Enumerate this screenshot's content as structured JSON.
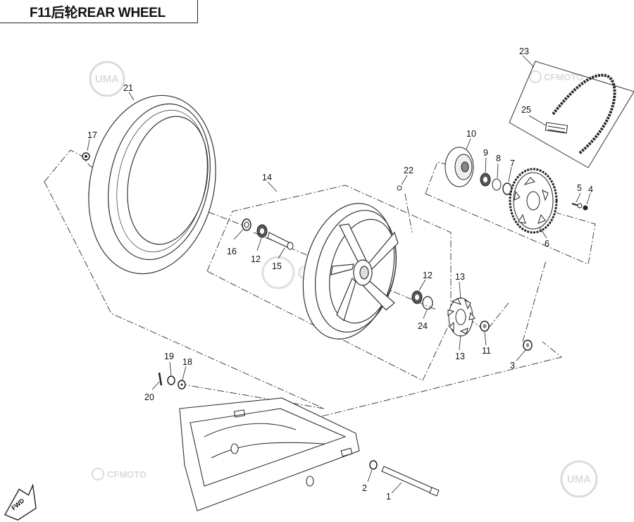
{
  "title": "F11后轮REAR WHEEL",
  "watermarks": {
    "brand": "CFMOTO",
    "logo": "UMA"
  },
  "fwd_label": "FWD",
  "callouts": {
    "c1": "1",
    "c2": "2",
    "c3": "3",
    "c4": "4",
    "c5": "5",
    "c6": "6",
    "c7": "7",
    "c8": "8",
    "c9": "9",
    "c10": "10",
    "c11": "11",
    "c12a": "12",
    "c12b": "12",
    "c13a": "13",
    "c13b": "13",
    "c14": "14",
    "c15": "15",
    "c16": "16",
    "c17": "17",
    "c18": "18",
    "c19": "19",
    "c20": "20",
    "c21": "21",
    "c22": "22",
    "c23": "23",
    "c24": "24",
    "c25": "25"
  }
}
